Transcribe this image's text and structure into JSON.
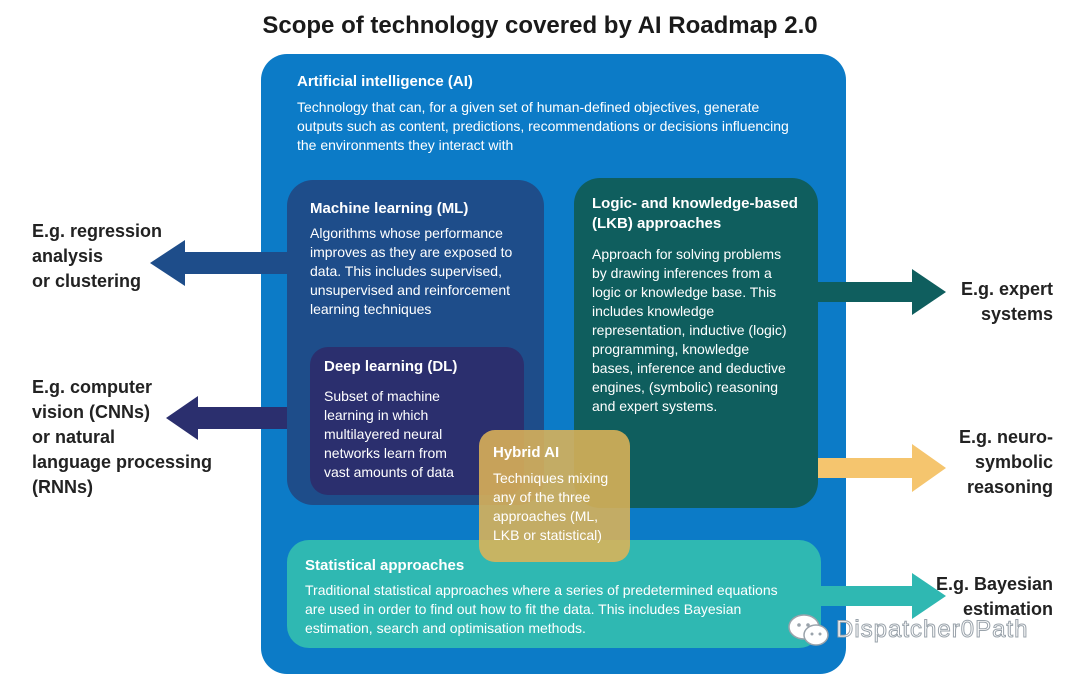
{
  "title": "Scope of technology covered by AI Roadmap 2.0",
  "ai": {
    "heading": "Artificial intelligence (AI)",
    "lines": [
      "Technology that can, for a given set of human-defined objectives, generate",
      "outputs such as content, predictions, recommendations or decisions influencing",
      "the environments they interact with"
    ]
  },
  "ml": {
    "heading": "Machine learning (ML)",
    "lines": [
      "Algorithms whose performance",
      "improves as they are exposed to",
      "data. This includes supervised,",
      "unsupervised and reinforcement",
      "learning techniques"
    ]
  },
  "dl": {
    "heading": "Deep learning (DL)",
    "lines": [
      "Subset of machine",
      "learning in which",
      "multilayered neural",
      "networks learn from",
      "vast amounts of data"
    ]
  },
  "lkb": {
    "heading_lines": [
      "Logic- and knowledge-based",
      "(LKB) approaches"
    ],
    "lines": [
      "Approach for solving problems",
      "by drawing inferences from a",
      "logic or knowledge base. This",
      "includes knowledge",
      "representation, inductive (logic)",
      "programming, knowledge",
      "bases, inference and deductive",
      "engines, (symbolic) reasoning",
      "and expert systems."
    ]
  },
  "hybrid": {
    "heading": "Hybrid AI",
    "lines": [
      "Techniques mixing",
      "any of the three",
      "approaches (ML,",
      "LKB or statistical)"
    ]
  },
  "stat": {
    "heading": "Statistical approaches",
    "lines": [
      "Traditional statistical approaches where a series of predetermined equations",
      "are used in order to find out how to fit the data. This includes Bayesian",
      "estimation, search and optimisation methods."
    ]
  },
  "examples": {
    "ml": [
      "E.g. regression",
      "analysis",
      "or clustering"
    ],
    "dl": [
      "E.g. computer",
      "vision (CNNs)",
      "or natural",
      "language processing",
      "(RNNs)"
    ],
    "lkb": [
      "E.g. expert",
      "systems"
    ],
    "hybrid": [
      "E.g. neuro-",
      "symbolic",
      "reasoning"
    ],
    "stat": [
      "E.g. Bayesian",
      "estimation"
    ]
  },
  "colors": {
    "ai": "#0c7bc7",
    "ml": "#1e4d8a",
    "dl": "#2b2f6e",
    "lkb": "#0f5e5e",
    "stat": "#2fb8b2",
    "hybrid": "#ddb358",
    "hybrid_arrow": "#f5c56e"
  },
  "watermark": "Dispatcher0Path",
  "watermark_icon": "wechat-icon"
}
